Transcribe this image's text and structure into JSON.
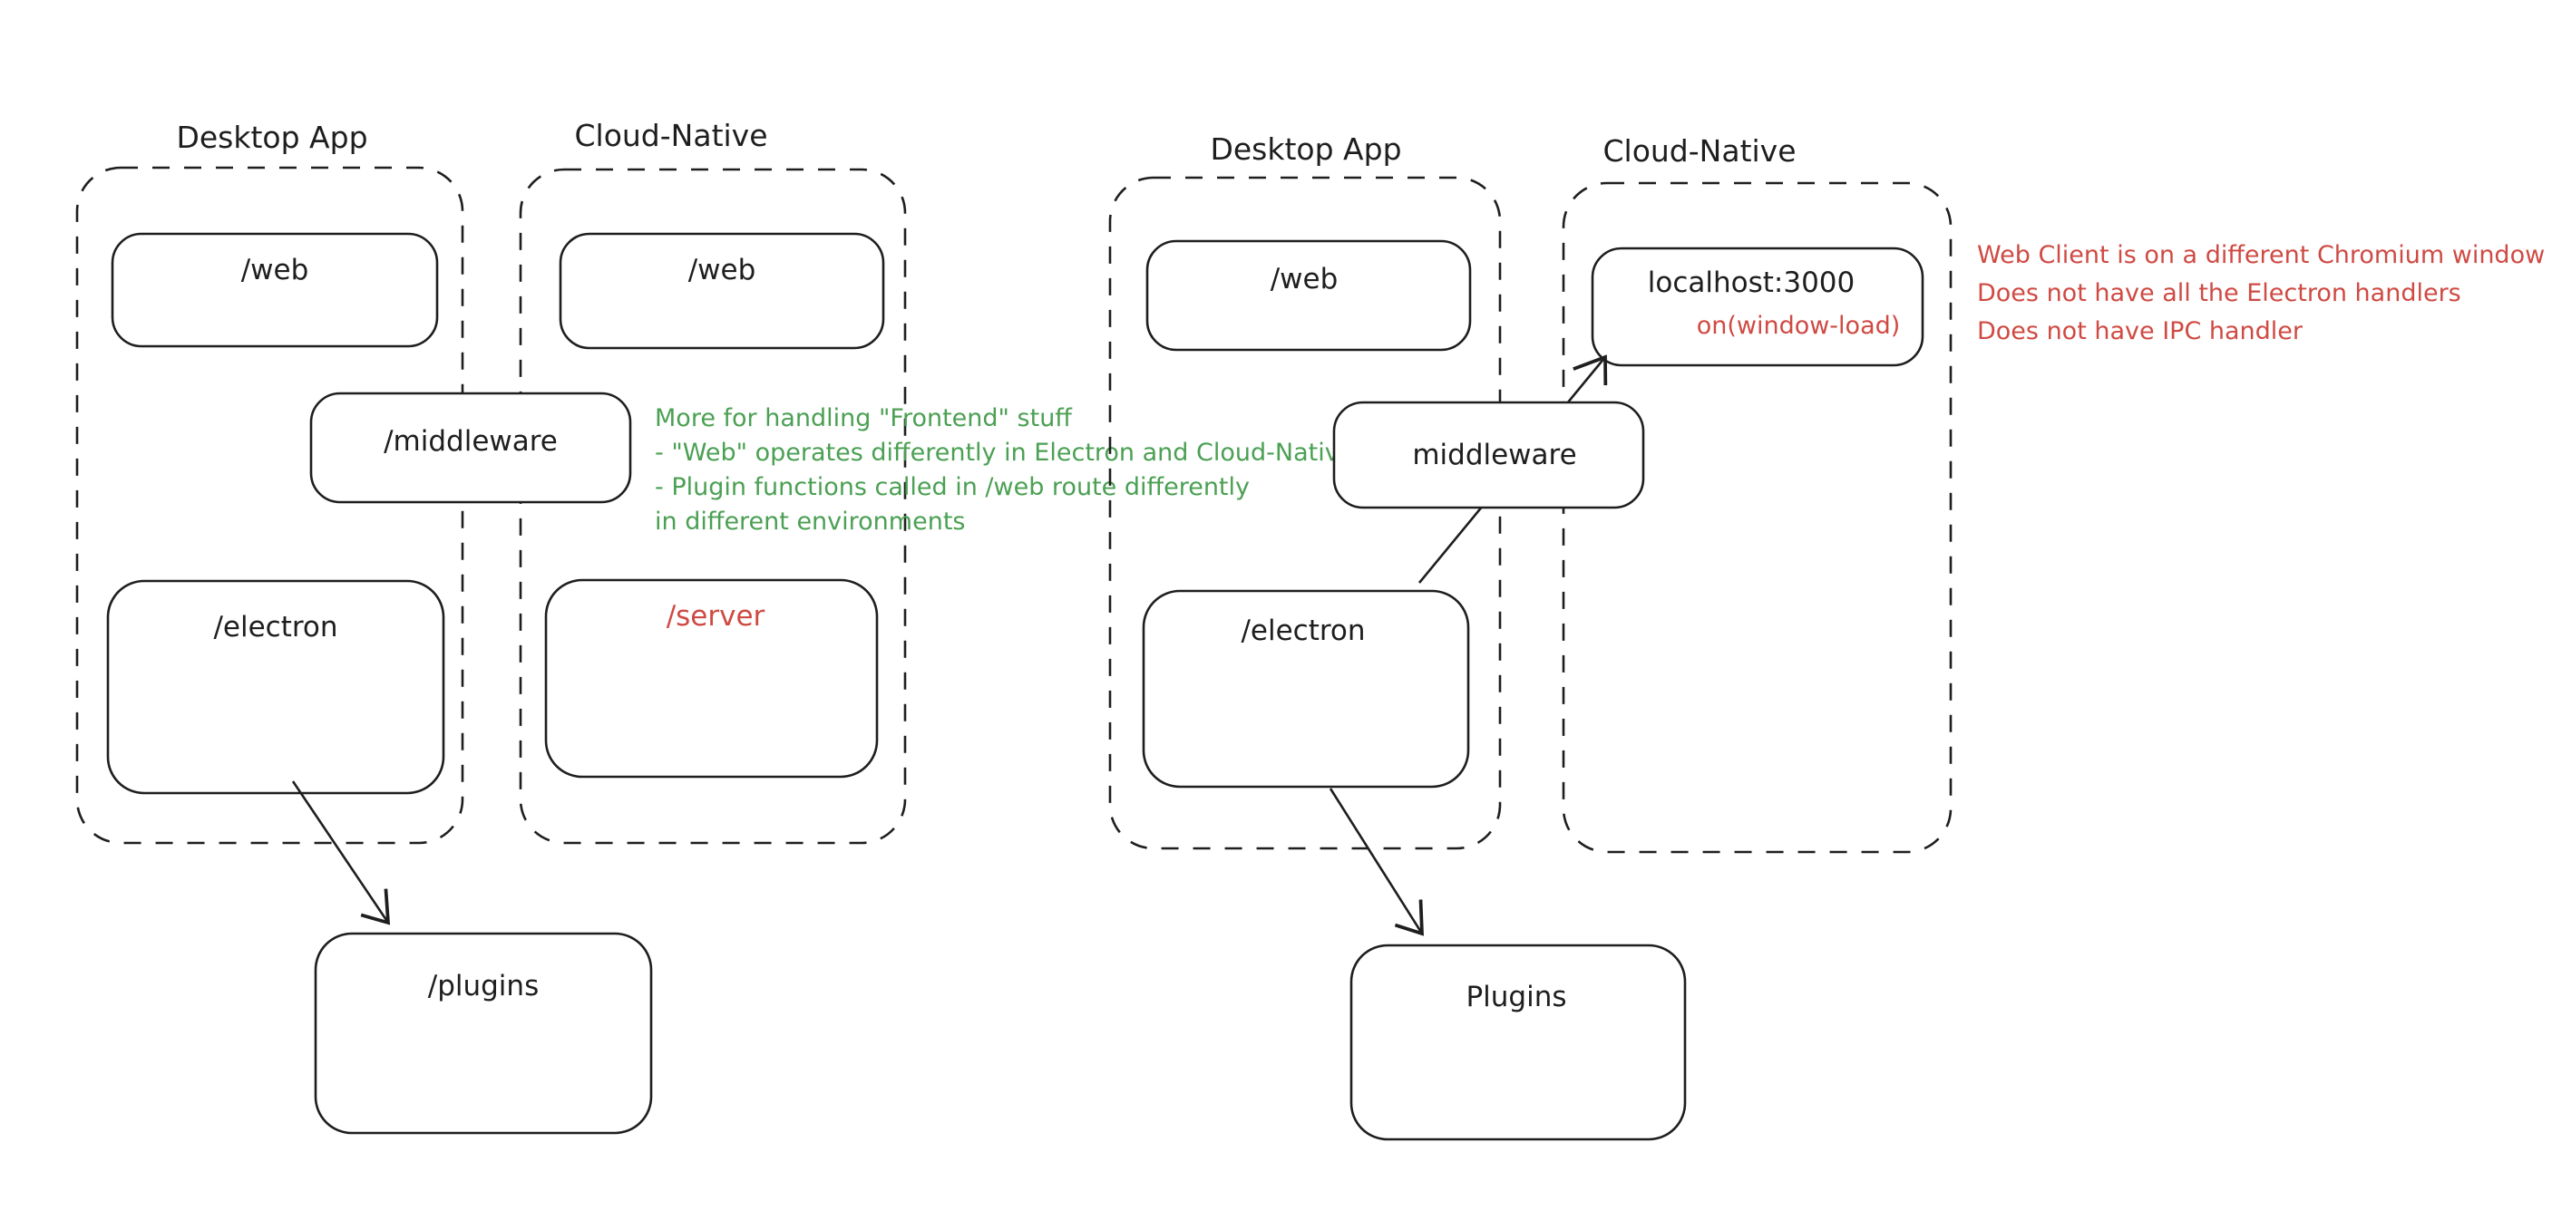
{
  "diagram_left": {
    "desktop_container_title": "Desktop App",
    "cloud_container_title": "Cloud-Native",
    "web_desktop_label": "/web",
    "web_cloud_label": "/web",
    "middleware_label": "/middleware",
    "electron_label": "/electron",
    "server_label": "/server",
    "plugins_label": "/plugins",
    "green_note_lines": [
      "More for handling \"Frontend\" stuff",
      "- \"Web\" operates differently in Electron and Cloud-Native",
      "- Plugin functions called in /web route differently",
      "in different environments"
    ]
  },
  "diagram_right": {
    "desktop_container_title": "Desktop App",
    "cloud_container_title": "Cloud-Native",
    "web_label": "/web",
    "localhost_label": "localhost:3000",
    "window_load_label": "on(window-load)",
    "middleware_label": "middleware",
    "electron_label": "/electron",
    "plugins_label": "Plugins",
    "red_note_lines": [
      "Web Client is on a different Chromium window",
      "Does not have all the Electron handlers",
      "Does not have IPC handler"
    ]
  },
  "colors": {
    "ink": "#1e1e1e",
    "red_accent": "#cf4a43",
    "green_accent": "#4ba053",
    "background": "#ffffff"
  }
}
